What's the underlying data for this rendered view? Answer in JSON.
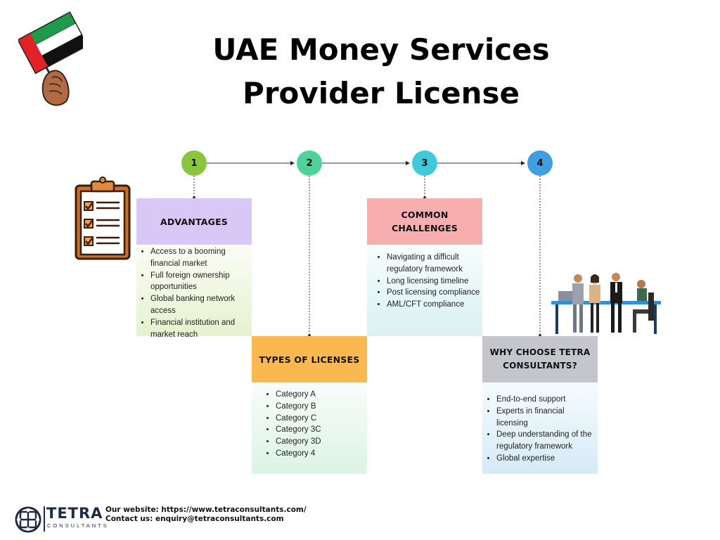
{
  "title": "UAE Money Services Provider License",
  "steps": [
    {
      "number": "1",
      "color": "#8bc53f"
    },
    {
      "number": "2",
      "color": "#4fd19a"
    },
    {
      "number": "3",
      "color": "#3fc9d9"
    },
    {
      "number": "4",
      "color": "#3f9fe0"
    }
  ],
  "cards": {
    "advantages": {
      "heading": "ADVANTAGES",
      "head_color": "#d9c8f6",
      "items": [
        "Access to a booming financial market",
        "Full foreign ownership opportunities",
        "Global banking network access",
        "Financial institution and market reach"
      ]
    },
    "licenses": {
      "heading": "TYPES OF LICENSES",
      "head_color": "#f9b950",
      "items": [
        "Category A",
        "Category B",
        "Category C",
        "Category 3C",
        "Category 3D",
        "Category 4"
      ]
    },
    "challenges": {
      "heading": "COMMON CHALLENGES",
      "head_color": "#f6aeae",
      "items": [
        "Navigating a difficult regulatory framework",
        "Long licensing timeline",
        "Post licensing compliance",
        "AML/CFT compliance"
      ]
    },
    "why": {
      "heading": "WHY CHOOSE TETRA CONSULTANTS?",
      "head_color": "#c4c6cc",
      "items": [
        "End-to-end support",
        "Experts in financial licensing",
        "Deep understanding of the regulatory framework",
        "Global expertise"
      ]
    }
  },
  "brand": {
    "name": "TETRA",
    "sub": "CONSULTANTS"
  },
  "footer": {
    "website": "Our website: https://www.tetraconsultants.com/",
    "contact": "Contact us: enquiry@tetraconsultants.com"
  }
}
